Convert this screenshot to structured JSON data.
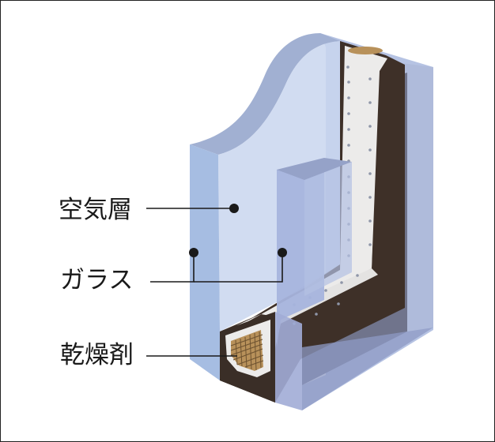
{
  "labels": {
    "air_layer": "空気層",
    "glass": "ガラス",
    "desiccant": "乾燥剤"
  },
  "colors": {
    "glass_front": "#a6bde2",
    "glass_face": "#c9d6ee",
    "glass_top": "#9fb0d4",
    "glass_back_side": "#8f97b8",
    "spacer_dark": "#3e3028",
    "spacer_light": "#ecebea",
    "desiccant": "#b8915a",
    "back_shadow": "#6a6e84",
    "leader": "#1a1a1a"
  }
}
